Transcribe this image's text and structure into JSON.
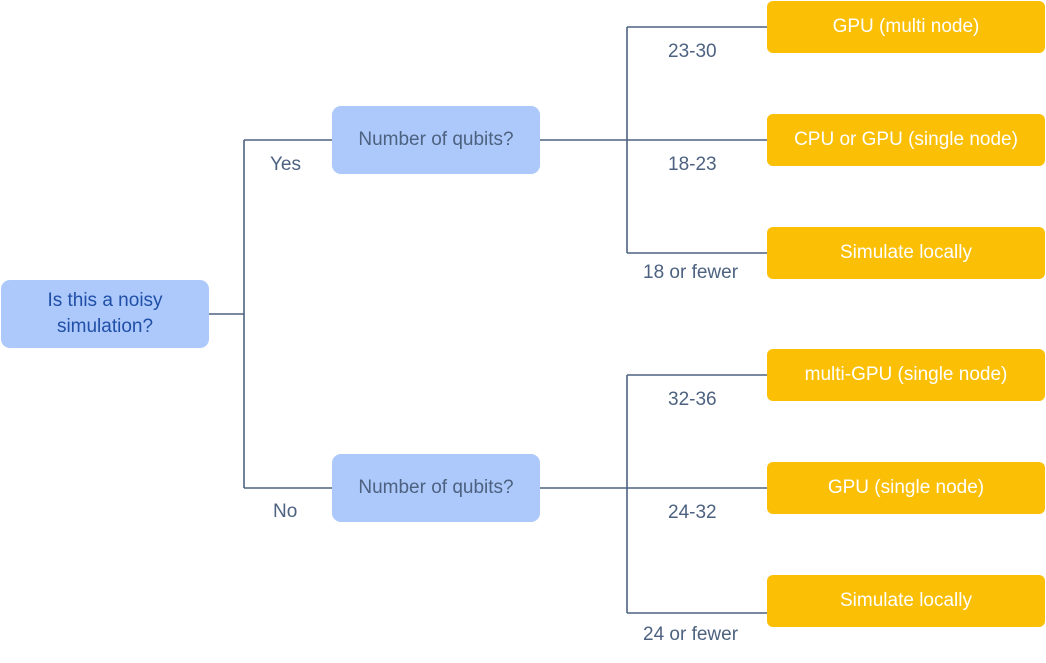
{
  "root": {
    "line1": "Is this a noisy",
    "line2": "simulation?"
  },
  "branches": [
    {
      "answer": "Yes",
      "question": "Number of qubits?",
      "options": [
        {
          "range": "23-30",
          "result": "GPU (multi node)"
        },
        {
          "range": "18-23",
          "result": "CPU or GPU (single node)"
        },
        {
          "range": "18 or fewer",
          "result": "Simulate locally"
        }
      ]
    },
    {
      "answer": "No",
      "question": "Number of qubits?",
      "options": [
        {
          "range": "32-36",
          "result": "multi-GPU (single node)"
        },
        {
          "range": "24-32",
          "result": "GPU (single node)"
        },
        {
          "range": "24 or fewer",
          "result": "Simulate locally"
        }
      ]
    }
  ],
  "colors": {
    "question_fill": "#adc9fb",
    "leaf_fill": "#fbbf06",
    "connector": "#4d6280",
    "root_text": "#1f4fa6"
  }
}
